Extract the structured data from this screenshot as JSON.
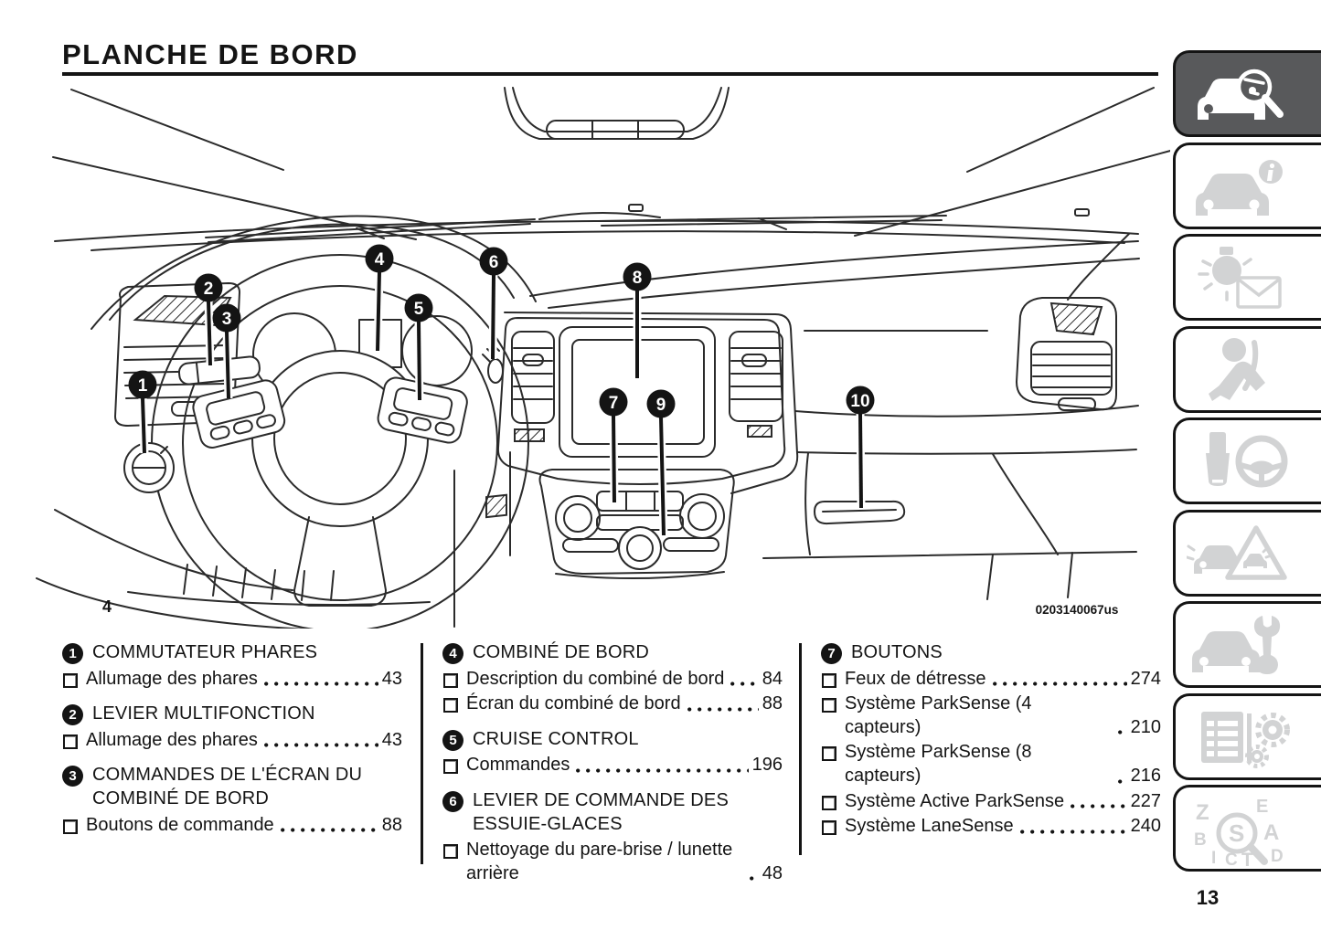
{
  "page": {
    "title": "PLANCHE DE BORD",
    "number": "13"
  },
  "colors": {
    "ink": "#141414",
    "active_tab_bg": "#58595b",
    "inactive_icon": "#d2d3d4"
  },
  "figure": {
    "label": "4",
    "code": "0203140067us",
    "callouts": [
      "1",
      "2",
      "3",
      "4",
      "5",
      "6",
      "7",
      "8",
      "9",
      "10"
    ]
  },
  "toc": {
    "sections": [
      {
        "num": "1",
        "title": "COMMUTATEUR PHARES",
        "items": [
          {
            "label": "Allumage des phares",
            "page": "43"
          }
        ]
      },
      {
        "num": "2",
        "title": "LEVIER MULTIFONCTION",
        "items": [
          {
            "label": "Allumage des phares",
            "page": "43"
          }
        ]
      },
      {
        "num": "3",
        "title": "COMMANDES DE L'ÉCRAN DU COMBINÉ DE BORD",
        "items": [
          {
            "label": "Boutons de commande",
            "page": "88"
          }
        ]
      },
      {
        "num": "4",
        "title": "COMBINÉ DE BORD",
        "items": [
          {
            "label": "Description du combiné de bord",
            "page": "84"
          },
          {
            "label": "Écran du combiné de bord",
            "page": "88"
          }
        ]
      },
      {
        "num": "5",
        "title": "CRUISE CONTROL",
        "items": [
          {
            "label": "Commandes",
            "page": "196"
          }
        ]
      },
      {
        "num": "6",
        "title": "LEVIER DE COMMANDE DES ESSUIE-GLACES",
        "items": [
          {
            "label": "Nettoyage du pare-brise / lunette arrière",
            "page": "48"
          }
        ]
      },
      {
        "num": "7",
        "title": "BOUTONS",
        "items": [
          {
            "label": "Feux de détresse",
            "page": "274"
          },
          {
            "label": "Système ParkSense (4 capteurs)",
            "page": "210"
          },
          {
            "label": "Système ParkSense (8 capteurs)",
            "page": "216"
          },
          {
            "label": "Système Active ParkSense",
            "page": "227"
          },
          {
            "label": "Système LaneSense",
            "page": "240"
          }
        ]
      }
    ]
  },
  "sidebar": {
    "items": [
      {
        "icon": "car-search-icon",
        "active": true
      },
      {
        "icon": "car-info-icon",
        "active": false
      },
      {
        "icon": "bulb-message-icon",
        "active": false
      },
      {
        "icon": "occupant-safety-icon",
        "active": false
      },
      {
        "icon": "key-steering-icon",
        "active": false
      },
      {
        "icon": "emergency-triangle-icon",
        "active": false
      },
      {
        "icon": "car-service-icon",
        "active": false
      },
      {
        "icon": "specs-gears-icon",
        "active": false
      },
      {
        "icon": "alphabetical-index-icon",
        "active": false,
        "letters": [
          "Z",
          "E",
          "B",
          "A",
          "I",
          "C",
          "T",
          "D"
        ],
        "lens_letter": "S"
      }
    ]
  }
}
